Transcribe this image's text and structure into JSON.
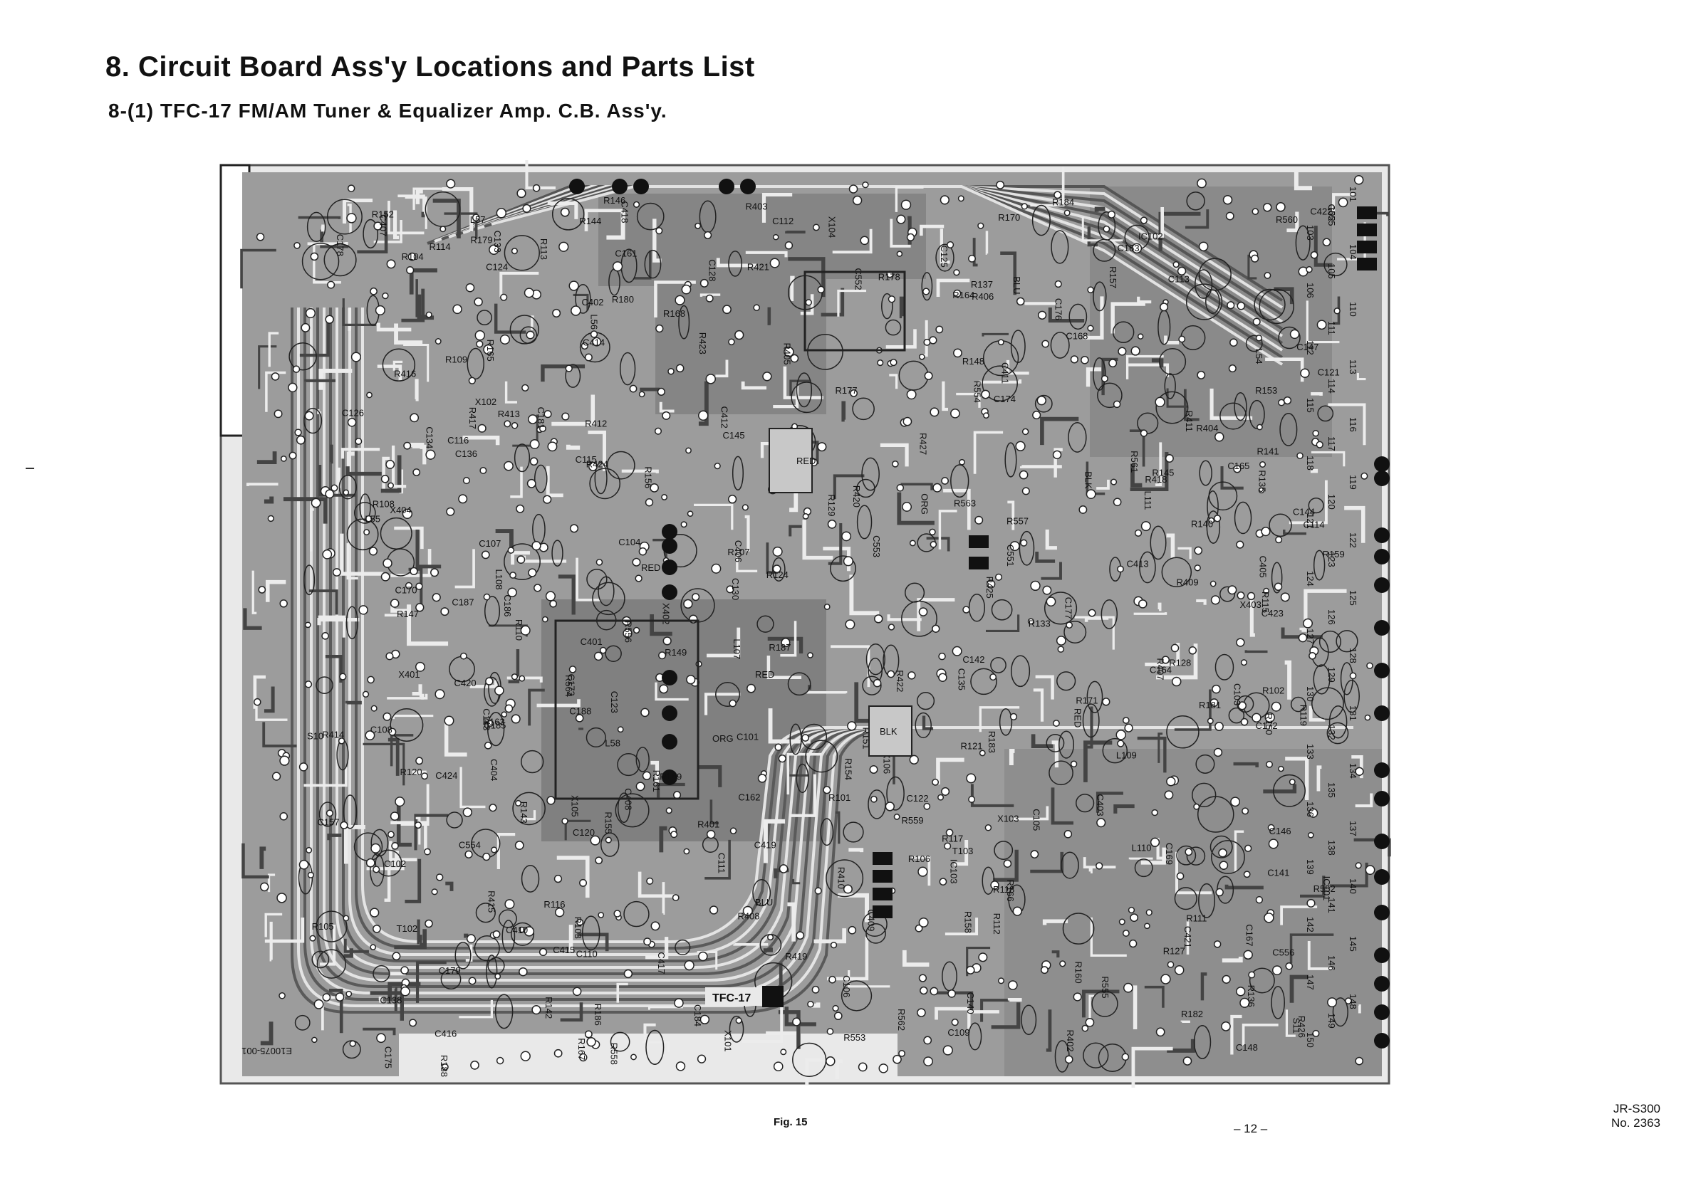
{
  "title": "8. Circuit Board Ass'y Locations and Parts List",
  "subtitle": "8-(1) TFC-17 FM/AM Tuner & Equalizer Amp. C.B. Ass'y.",
  "figure_caption": "Fig. 15",
  "page_number": "– 12 –",
  "model": "JR-S300",
  "doc_number": "No. 2363",
  "board": {
    "name": "TFC-17",
    "part_code": "E10075-001",
    "colors": {
      "copper": "#9a9a9a",
      "trace_dark": "#4a4a4a",
      "pad": "#111111",
      "substrate": "#e6e6e6"
    },
    "component_labels": [
      "S11",
      "S10",
      "R563",
      "R564",
      "L58",
      "L57",
      "L56",
      "L55",
      "L54",
      "R186",
      "R178",
      "R179",
      "R177",
      "C178",
      "C179",
      "C181",
      "C177",
      "C175",
      "C174",
      "C172",
      "C173",
      "C170",
      "C169",
      "C167",
      "C168",
      "C176",
      "R180",
      "R181",
      "R182",
      "R183",
      "R184",
      "R187",
      "C188",
      "X106",
      "R157",
      "R156",
      "T103",
      "T102",
      "R188",
      "R163",
      "R164",
      "R136",
      "R124",
      "R137",
      "R135",
      "R133",
      "C128",
      "C130",
      "C133",
      "C134",
      "C135",
      "C136",
      "C138",
      "R127",
      "R128",
      "R129",
      "X105",
      "X104",
      "X103",
      "X102",
      "X101",
      "L111",
      "L110",
      "L109",
      "L108",
      "L107",
      "C165",
      "C126",
      "C120",
      "C121",
      "C125",
      "C122",
      "C123",
      "C124",
      "R121",
      "R120",
      "R119",
      "R118",
      "R117",
      "R116",
      "R115",
      "R114",
      "R113",
      "R112",
      "R111",
      "R110",
      "R109",
      "R108",
      "R107",
      "R106",
      "R105",
      "R104",
      "R103",
      "R102",
      "R101",
      "C101",
      "C102",
      "C103",
      "C104",
      "C105",
      "C106",
      "C107",
      "C108",
      "C109",
      "C110",
      "C111",
      "C112",
      "C113",
      "C114",
      "C115",
      "C116",
      "C157",
      "C161",
      "C162",
      "C163",
      "C164",
      "R150",
      "R151",
      "R152",
      "R153",
      "R154",
      "R155",
      "R158",
      "R159",
      "R160",
      "R161",
      "R165",
      "R166",
      "R167",
      "R168",
      "R169",
      "R170",
      "R171",
      "IC101",
      "IC102",
      "IC103",
      "R140",
      "R141",
      "R142",
      "R143",
      "R144",
      "R145",
      "R146",
      "R147",
      "R148",
      "R149",
      "C140",
      "C141",
      "C142",
      "C143",
      "C144",
      "C145",
      "C146",
      "C147",
      "C148",
      "C185",
      "C186",
      "C184",
      "C187",
      "X403",
      "X404",
      "X401",
      "X402",
      "C401",
      "C402",
      "C403",
      "C404",
      "C405",
      "C406",
      "C407",
      "C408",
      "C409",
      "C410",
      "C411",
      "C412",
      "C413",
      "C414",
      "C415",
      "C416",
      "C417",
      "C418",
      "C419",
      "C420",
      "C421",
      "C422",
      "C423",
      "C424",
      "C555",
      "C556",
      "R401",
      "R402",
      "R403",
      "R404",
      "R405",
      "R406",
      "R407",
      "R408",
      "R409",
      "R410",
      "R411",
      "R412",
      "R413",
      "R414",
      "R415",
      "R416",
      "R417",
      "R418",
      "R419",
      "R420",
      "R421",
      "R422",
      "R423",
      "R424",
      "R425",
      "R426",
      "R427",
      "R552",
      "R553",
      "R554",
      "R555",
      "R556",
      "R557",
      "R558",
      "R559",
      "R560",
      "R561",
      "R562",
      "C551",
      "C552",
      "C553",
      "C554",
      "RED",
      "BLK",
      "ORG",
      "BLU"
    ],
    "connector_labels": [
      "101",
      "102",
      "103",
      "104",
      "105",
      "106",
      "110",
      "111",
      "112",
      "113",
      "114",
      "115",
      "116",
      "117",
      "118",
      "119",
      "120",
      "121",
      "122",
      "123",
      "124",
      "125",
      "126",
      "127",
      "128",
      "129",
      "130",
      "131",
      "132",
      "133",
      "134",
      "135",
      "136",
      "137",
      "138",
      "139",
      "140",
      "141",
      "142",
      "145",
      "146",
      "147",
      "148",
      "149",
      "150"
    ]
  }
}
